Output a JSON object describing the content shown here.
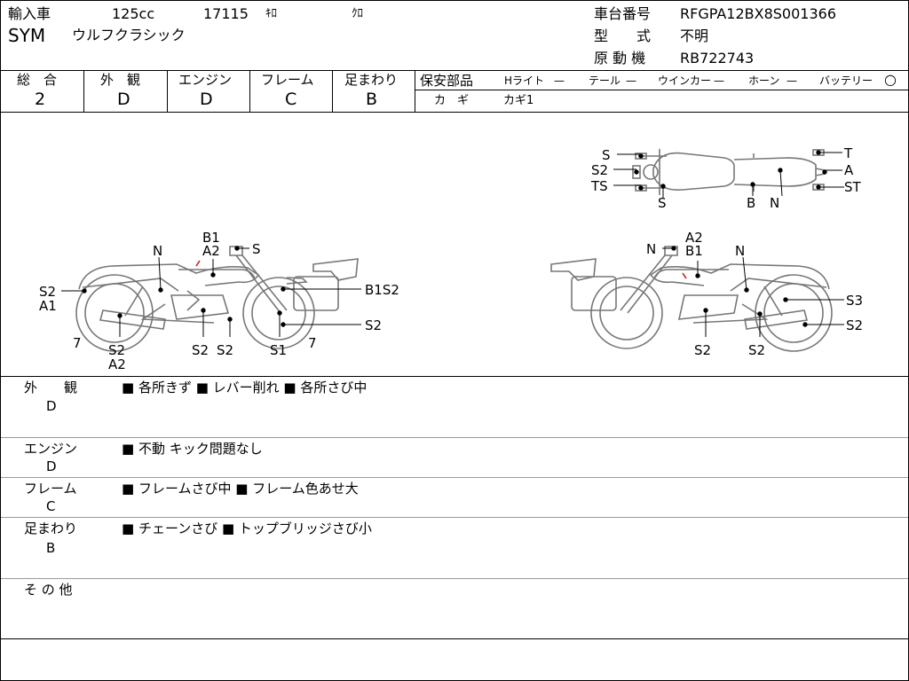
{
  "header": {
    "import_label": "輸入車",
    "displacement": "125cc",
    "mileage": "17115",
    "mileage_unit": "ｷﾛ",
    "color": "ｸﾛ",
    "maker": "SYM",
    "model": "ウルフクラシック",
    "frame_no_label": "車台番号",
    "frame_no": "RFGPA12BX8S001366",
    "type_label": "型　　式",
    "type_value": "不明",
    "engine_no_label": "原 動 機",
    "engine_no": "RB722743"
  },
  "scores": [
    {
      "label": "総　合",
      "value": "2"
    },
    {
      "label": "外　観",
      "value": "D"
    },
    {
      "label": "エンジン",
      "value": "D"
    },
    {
      "label": "フレーム",
      "value": "C"
    },
    {
      "label": "足まわり",
      "value": "B"
    }
  ],
  "safety": {
    "label": "保安部品",
    "headlight": "Hライト",
    "headlight_mark": "—",
    "tail": "テール",
    "tail_mark": "—",
    "winker": "ウインカー",
    "winker_mark": "—",
    "horn": "ホーン",
    "horn_mark": "—",
    "battery": "バッテリー",
    "battery_mark": "○",
    "key_label": "カ　ギ",
    "key_value": "カギ1"
  },
  "diagram_labels": {
    "top": {
      "s1": "S",
      "s2": "S2",
      "ts": "TS",
      "s_bottom": "S",
      "b": "B",
      "n": "N",
      "t": "T",
      "a": "A",
      "st": "ST"
    },
    "left": {
      "n": "N",
      "b1": "B1",
      "a2": "A2",
      "s_mirror": "S",
      "s2_front": "S2",
      "a1": "A1",
      "seven_l": "7",
      "s2_low": "S2",
      "a2_low": "A2",
      "s2_a": "S2",
      "s2_b": "S2",
      "s1": "S1",
      "seven_r": "7",
      "b1s2": "B1S2",
      "s2_right": "S2"
    },
    "right": {
      "n_top": "N",
      "a2": "A2",
      "b1": "B1",
      "n": "N",
      "s3": "S3",
      "s2_r": "S2",
      "s2_a": "S2",
      "s2_b": "S2"
    }
  },
  "remarks": [
    {
      "title": "外　　観",
      "grade": "D",
      "text": "■ 各所きず ■ レバー削れ ■ 各所さび中"
    },
    {
      "title": "エンジン",
      "grade": "D",
      "text": "■ 不動 キック問題なし"
    },
    {
      "title": "フレーム",
      "grade": "C",
      "text": "■ フレームさび中 ■ フレーム色あせ大"
    },
    {
      "title": "足まわり",
      "grade": "B",
      "text": "■ チェーンさび ■ トップブリッジさび小"
    },
    {
      "title": "そ の 他",
      "grade": "",
      "text": ""
    }
  ]
}
